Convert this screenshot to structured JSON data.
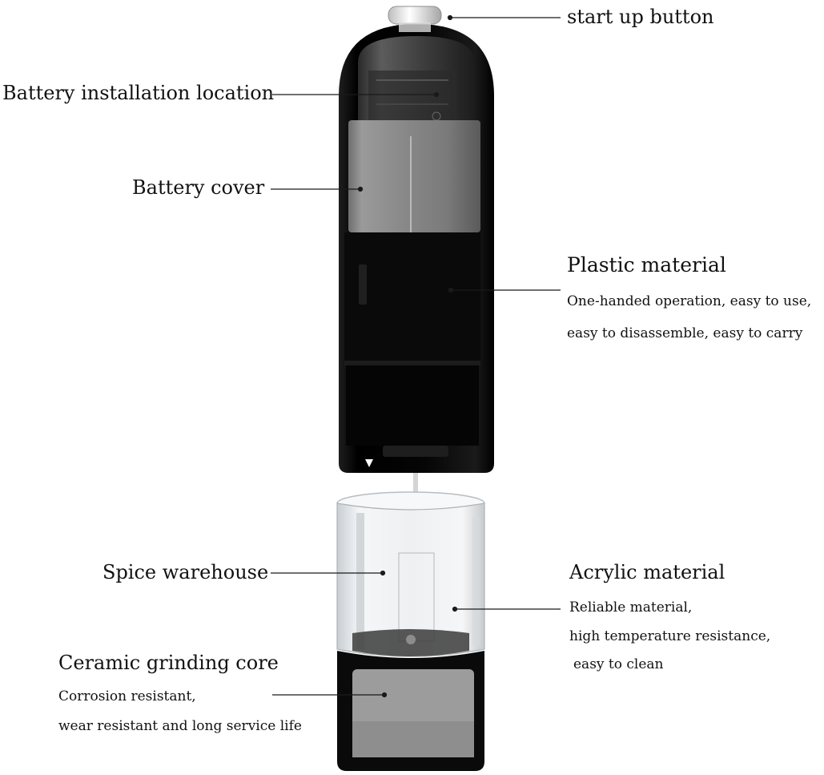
{
  "labels": {
    "start_up_button": "start up button",
    "battery_installation_location": "Battery installation location",
    "battery_cover": "Battery cover",
    "plastic_material": {
      "title": "Plastic material",
      "line1": "One-handed operation, easy to use,",
      "line2": "easy to disassemble, easy to carry"
    },
    "spice_warehouse": "Spice warehouse",
    "acrylic_material": {
      "title": "Acrylic material",
      "line1": "Reliable material,",
      "line2": "high temperature resistance,",
      "line3": "easy to clean"
    },
    "ceramic_grinding_core": {
      "title": "Ceramic grinding core",
      "line1": "Corrosion resistant,",
      "line2": "wear resistant and long service life"
    }
  },
  "colors": {
    "body_black": "#0b0b0b",
    "window_grey": "#8a8a8a",
    "acrylic": "#e6e9ec",
    "leader_line": "#1a1a1a",
    "core_grey": "#9a9a9a"
  },
  "icons": [
    "power-button-icon",
    "down-arrow-marker-icon"
  ]
}
